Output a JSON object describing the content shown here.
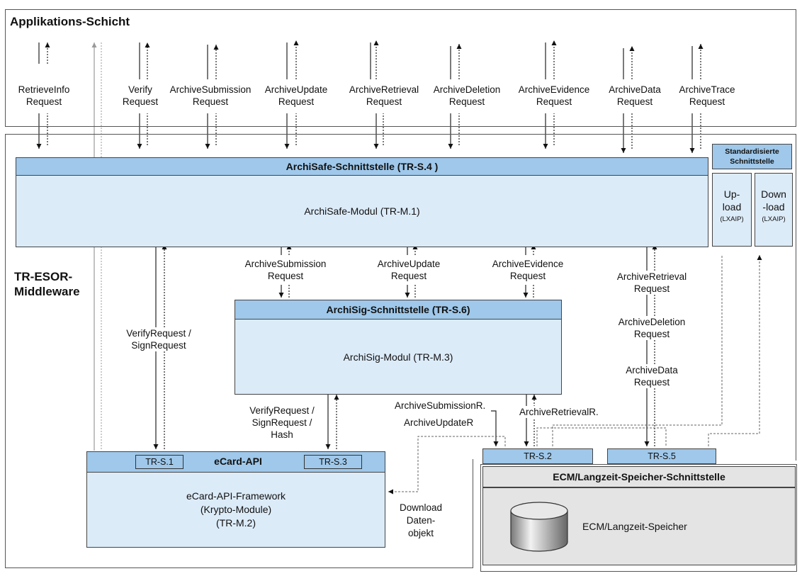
{
  "application_layer": {
    "title": "Applikations-Schicht"
  },
  "middleware": {
    "label_line1": "TR-ESOR-",
    "label_line2": "Middleware"
  },
  "top_requests": [
    {
      "line1": "RetrieveInfo",
      "line2": "Request"
    },
    {
      "line1": "Verify",
      "line2": "Request"
    },
    {
      "line1": "ArchiveSubmission",
      "line2": "Request"
    },
    {
      "line1": "ArchiveUpdate",
      "line2": "Request"
    },
    {
      "line1": "ArchiveRetrieval",
      "line2": "Request"
    },
    {
      "line1": "ArchiveDeletion",
      "line2": "Request"
    },
    {
      "line1": "ArchiveEvidence",
      "line2": "Request"
    },
    {
      "line1": "ArchiveData",
      "line2": "Request"
    },
    {
      "line1": "ArchiveTrace",
      "line2": "Request"
    }
  ],
  "archisafe": {
    "interface": "ArchiSafe-Schnittstelle (TR-S.4 )",
    "module": "ArchiSafe-Modul (TR-M.1)"
  },
  "standard_interface": {
    "title_line1": "Standardisierte",
    "title_line2": "Schnittstelle",
    "upload": {
      "line1": "Up-",
      "line2": "load",
      "line3": "(LXAIP)"
    },
    "download": {
      "line1": "Down",
      "line2": "-load",
      "line3": "(LXAIP)"
    }
  },
  "middle_requests": [
    {
      "line1": "ArchiveSubmission",
      "line2": "Request"
    },
    {
      "line1": "ArchiveUpdate",
      "line2": "Request"
    },
    {
      "line1": "ArchiveEvidence",
      "line2": "Request"
    }
  ],
  "right_requests": [
    {
      "line1": "ArchiveRetrieval",
      "line2": "Request"
    },
    {
      "line1": "ArchiveDeletion",
      "line2": "Request"
    },
    {
      "line1": "ArchiveData",
      "line2": "Request"
    }
  ],
  "verify_sign_left": {
    "line1": "VerifyRequest /",
    "line2": "SignRequest"
  },
  "archisig": {
    "interface": "ArchiSig-Schnittstelle (TR-S.6)",
    "module": "ArchiSig-Modul (TR-M.3)"
  },
  "verify_sign_hash": {
    "line1": "VerifyRequest /",
    "line2": "SignRequest /",
    "line3": "Hash"
  },
  "lower_labels": {
    "submission_r": "ArchiveSubmissionR.",
    "update_r": "ArchiveUpdateR",
    "retrieval_r": "ArchiveRetrievalR."
  },
  "download_object": {
    "line1": "Download",
    "line2": "Daten-",
    "line3": "objekt"
  },
  "ecard": {
    "trs1": "TR-S.1",
    "title": "eCard-API",
    "trs3": "TR-S.3",
    "framework_line1": "eCard-API-Framework",
    "framework_line2": "(Krypto-Module)",
    "framework_line3": "(TR-M.2)"
  },
  "trs2": "TR-S.2",
  "trs5": "TR-S.5",
  "ecm": {
    "interface": "ECM/Langzeit-Speicher-Schnittstelle",
    "storage": "ECM/Langzeit-Speicher"
  },
  "colors": {
    "bar": "#9fc8ea",
    "block": "#dcebf8",
    "ecm_header": "#e4e4e4",
    "line": "#222222",
    "dotted": "#666666",
    "gray_arrow": "#999999"
  }
}
